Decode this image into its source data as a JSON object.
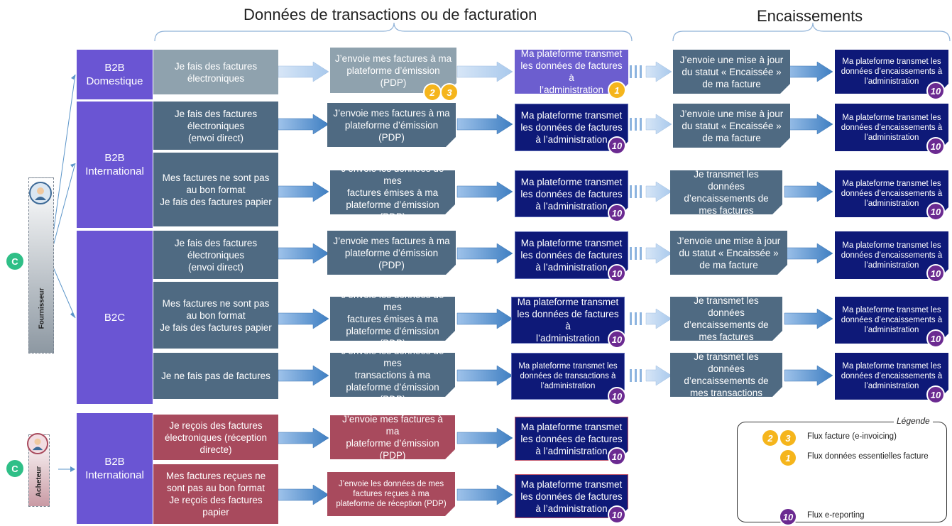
{
  "headers": {
    "transactions": "Données de transactions ou de facturation",
    "encaissements": "Encaissements"
  },
  "segments": {
    "b2b_domestique": "B2B\nDomestique",
    "b2b_international": "B2B\nInternational",
    "b2c": "B2C",
    "b2b_international_acheteur": "B2B\nInternational"
  },
  "actors": {
    "fournisseur": "Fournisseur",
    "acheteur": "Acheteur",
    "c_badge": "C"
  },
  "rows": [
    {
      "col1": "Je fais des factures\nélectroniques",
      "col2": "J’envoie mes factures à ma\nplateforme d’émission\n(PDP)",
      "col3": "Ma plateforme transmet\nles données de factures à\nl’administration",
      "col4": "J’envoie une mise à jour\ndu statut « Encaissée »\nde ma facture",
      "col5": "Ma plateforme transmet les\ndonnées d’encaissements à\nl’administration"
    },
    {
      "col1": "Je fais des factures\nélectroniques\n(envoi direct)",
      "col2": "J’envoie mes factures à ma\nplateforme d’émission\n(PDP)",
      "col3": "Ma plateforme transmet\nles données de factures\nà l’administration",
      "col4": "J’envoie une mise à jour\ndu statut « Encaissée »\nde ma facture",
      "col5": "Ma plateforme transmet les\ndonnées d’encaissements à\nl’administration"
    },
    {
      "col1": "Mes factures ne sont pas\nau bon format\nJe fais des factures papier",
      "col2": "J’envoie les données de mes\nfactures émises à ma\nplateforme d’émission (PDP)",
      "col3": "Ma plateforme transmet\nles données de factures\nà l’administration",
      "col4": "Je transmet les données\nd’encaissements de\nmes factures",
      "col5": "Ma plateforme transmet les\ndonnées d’encaissements à\nl’administration"
    },
    {
      "col1": "Je fais des factures\nélectroniques\n(envoi direct)",
      "col2": "J’envoie mes factures à ma\nplateforme d’émission\n(PDP)",
      "col3": "Ma plateforme transmet\nles données de factures\nà l’administration",
      "col4": "J’envoie une mise à jour\ndu statut « Encaissée »\nde ma facture",
      "col5": "Ma plateforme transmet les\ndonnées d’encaissements à\nl’administration"
    },
    {
      "col1": "Mes factures ne sont pas\nau bon format\nJe fais des factures papier",
      "col2": "J’envoie les données de mes\nfactures émises à ma\nplateforme d’émission (PDP)",
      "col3": "Ma plateforme transmet\nles données de factures à\nl’administration",
      "col4": "Je transmet les données\nd’encaissements de\nmes factures",
      "col5": "Ma plateforme transmet les\ndonnées d’encaissements à\nl’administration"
    },
    {
      "col1": "Je ne fais pas de factures",
      "col2": "J’envoie les données de mes\ntransactions à ma\nplateforme d’émission (PDP)",
      "col3": "Ma plateforme transmet les\ndonnées de transactions à\nl’administration",
      "col4": "Je transmet les données\nd’encaissements de\nmes transactions",
      "col5": "Ma plateforme transmet les\ndonnées d’encaissements à\nl’administration"
    },
    {
      "col1": "Je reçois des factures\nélectroniques  (réception\ndirecte)",
      "col2": "J’envoie mes factures à ma\nplateforme d’émission\n(PDP)",
      "col3": "Ma plateforme transmet\nles données de factures\nà l’administration"
    },
    {
      "col1": "Mes factures reçues ne\nsont pas au bon format\nJe reçois des factures\npapier",
      "col2": "J’envoie les données de mes\nfactures reçues à ma\nplateforme de réception (PDP)",
      "col3": "Ma plateforme transmet\nles données de factures\nà l’administration"
    }
  ],
  "badges": {
    "two": "2",
    "three": "3",
    "one": "1",
    "ten": "10"
  },
  "legend": {
    "title": "Légende",
    "invoicing": "Flux facture (e-invoicing)",
    "essentielles": "Flux données essentielles facture",
    "ereporting": "Flux e-reporting"
  },
  "colors": {
    "segment": "#6a55d3",
    "steel": "#4f6a82",
    "steel_light": "#8fa2ae",
    "red": "#a84a5d",
    "navy": "#0e1978",
    "purple_badge": "#6b2a91",
    "yellow_badge": "#f5b51c",
    "arrow": "#4a88c7",
    "green": "#2fbf87"
  }
}
